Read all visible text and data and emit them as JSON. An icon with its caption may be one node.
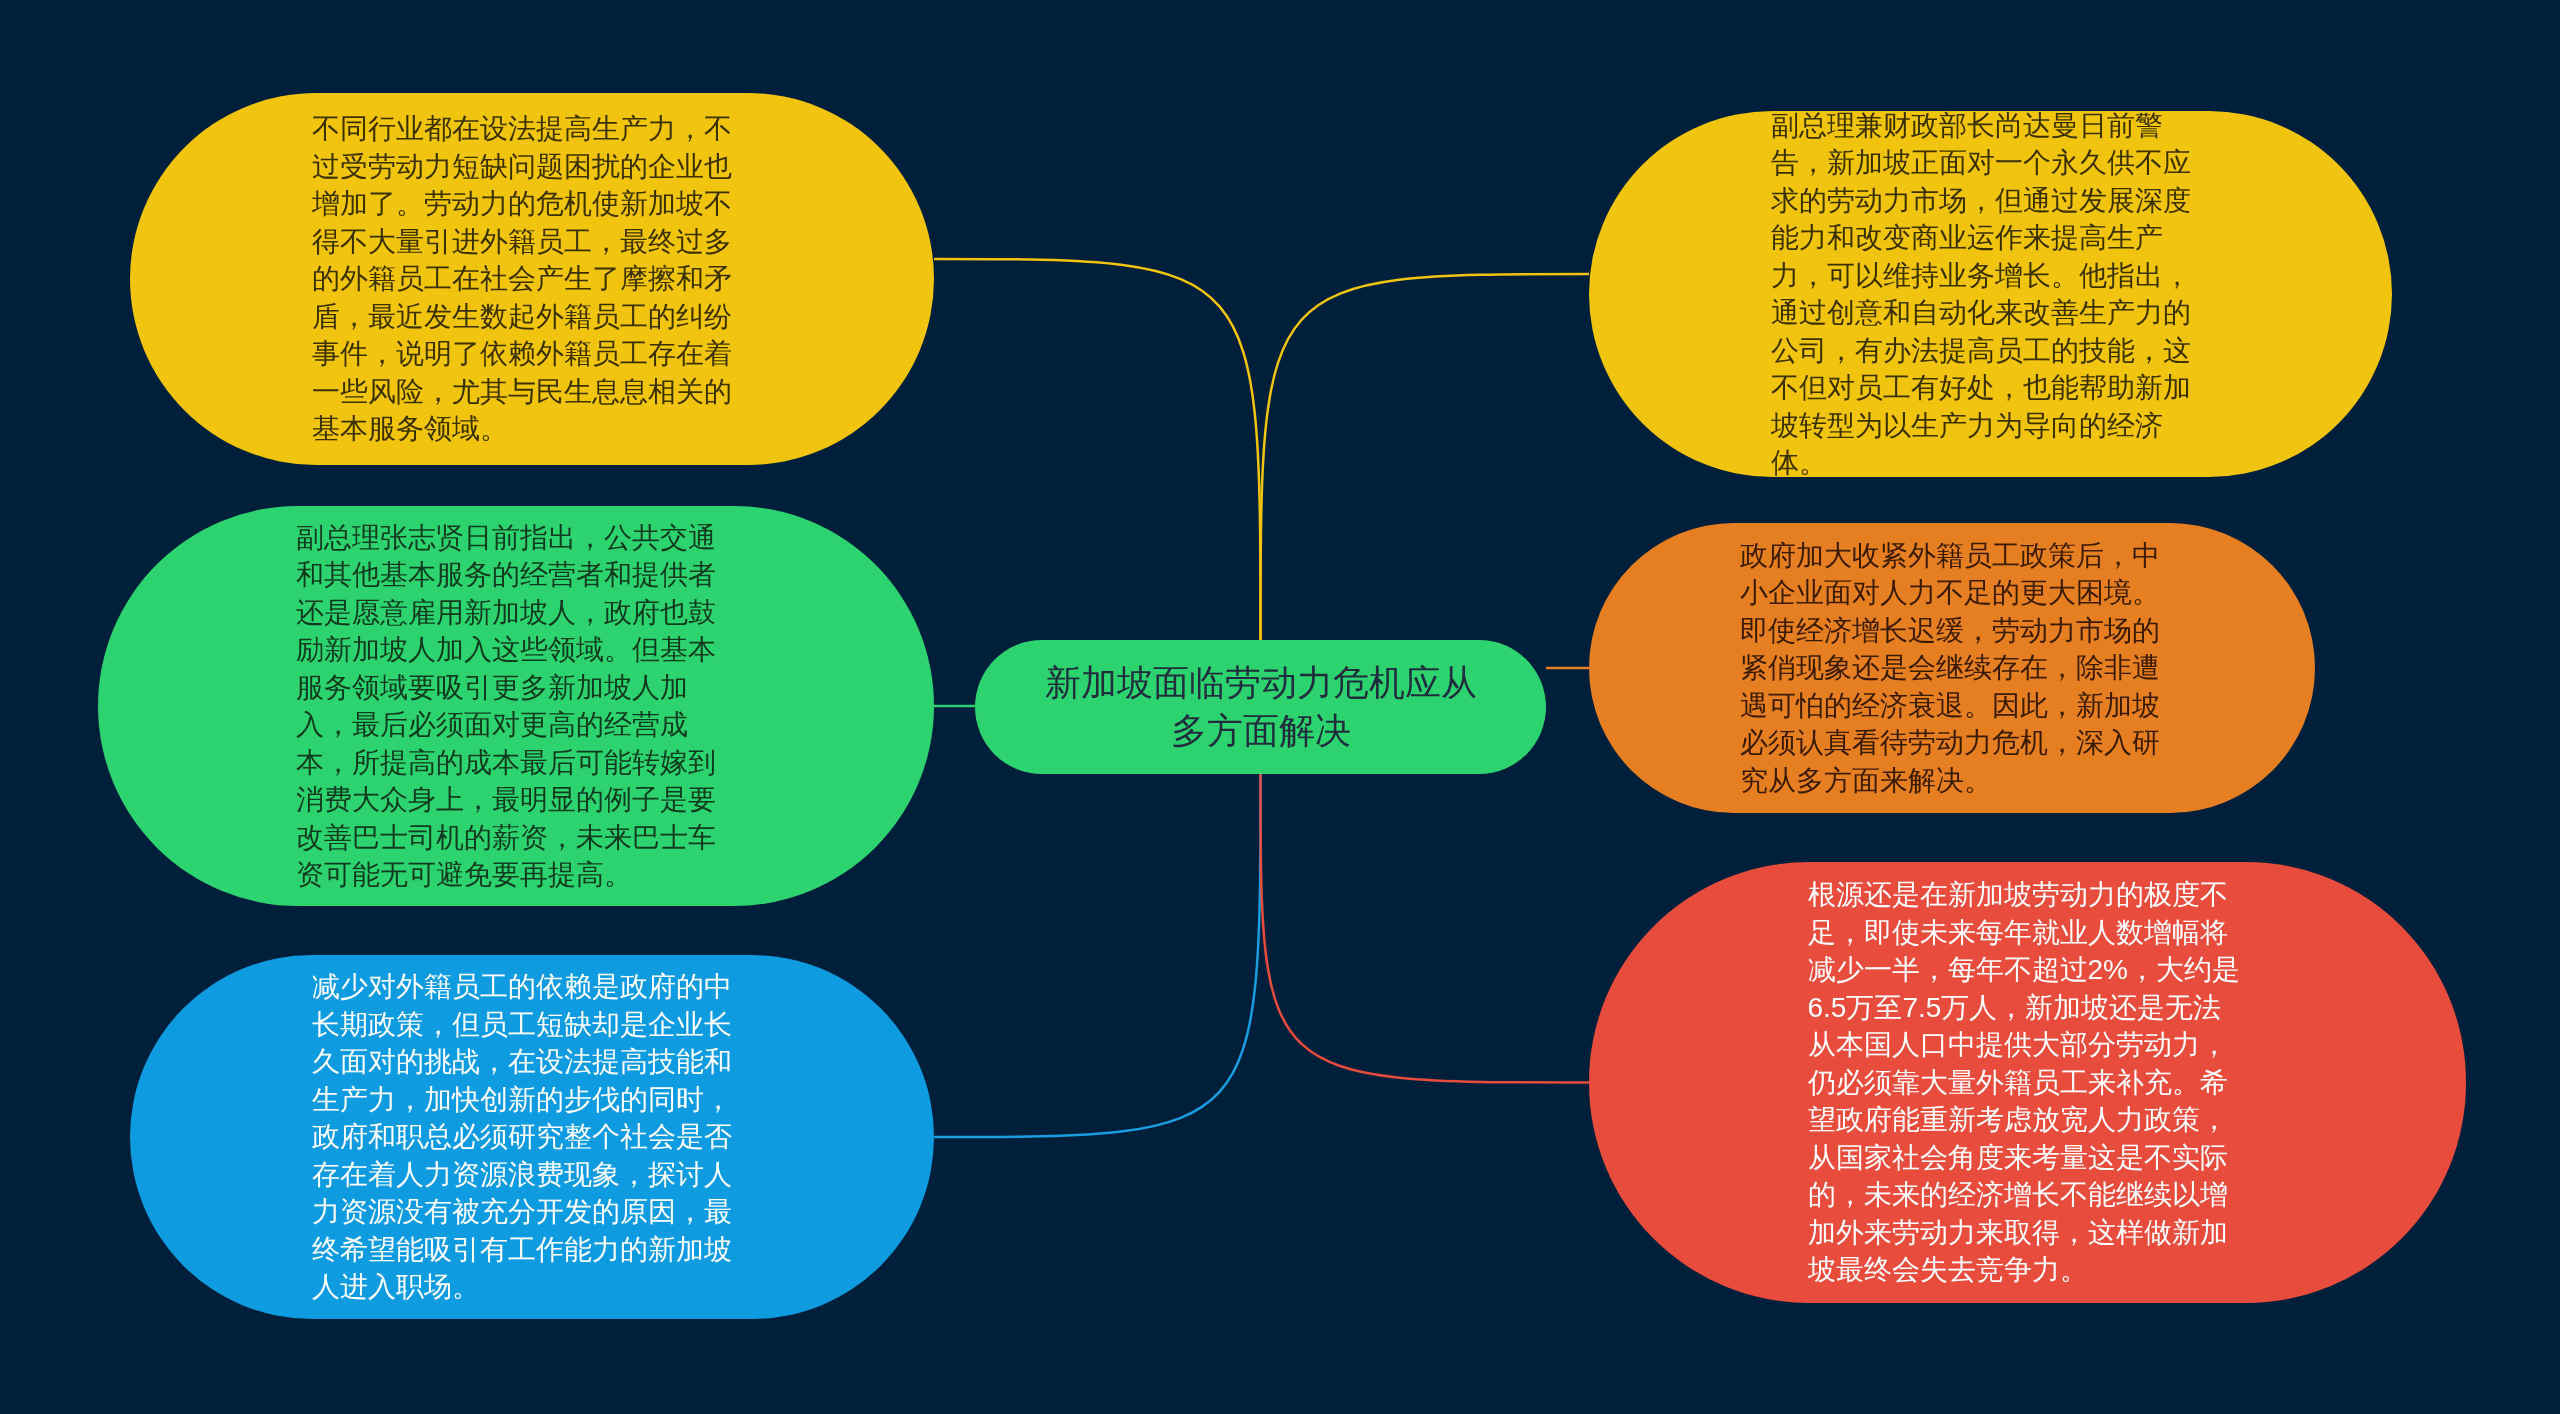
{
  "diagram": {
    "nodes": [
      {
        "text": [
          "新加坡面临劳动力危机应从多方面解决"
        ]
      },
      {
        "text": [
          "不同行业都在设法提高生产力，不过受劳动力短缺问题困扰的企业也增加了。劳动力的危机使新加坡不得不大量引进外籍员工，最终过多的外籍员工在社会产生了摩擦和矛盾，最近发生数起外籍员工的纠纷事件，说明了依赖外籍员工存在着一些风险，尤其与民生息息相关的基本服务领域。"
        ]
      },
      {
        "text": [
          "副总理张志贤日前指出，公共交通和其他基本服务的经营者和提供者还是愿意雇用新加坡人，政府也鼓励新加坡人加入这些领域。但基本服务领域要吸引更多新加坡人加入，最后必须面对更高的经营成本，所提高的成本最后可能转嫁到消费大众身上，最明显的例子是要改善巴士司机的薪资，未来巴士车资可能无可避免要再提高。"
        ]
      },
      {
        "text": [
          "减少对外籍员工的依赖是政府的中长期政策，但员工短缺却是企业长久面对的挑战，在设法提高技能和生产力，加快创新的步伐的同时，政府和职总必须研究整个社会是否存在着人力资源浪费现象，探讨人力资源没有被充分开发的原因，最终希望能吸引有工作能力的新加坡人进入职场。"
        ]
      },
      {
        "text": [
          "副总理兼财政部长尚达曼日前警告，新加坡正面对一个永久供不应求的劳动力市场，但通过发展深度能力和改变商业运作来提高生产力，可以维持业务增长。他指出，通过创意和自动化来改善生产力的公司，有办法提高员工的技能，这不但对员工有好处，也能帮助新加坡转型为以生产力为导向的经济体。"
        ]
      },
      {
        "text": [
          "政府加大收紧外籍员工政策后，中小企业面对人力不足的更大困境。即使经济增长迟缓，劳动力市场的紧俏现象还是会继续存在，除非遭遇可怕的经济衰退。因此，新加坡必须认真看待劳动力危机，深入研究从多方面来解决。"
        ]
      },
      {
        "text": [
          "根源还是在新加坡劳动力的极度不足，即使未来每年就业人数增幅将减少一半，每年不超过2%，大约是6.5万至7.5万人，新加坡还是无法从本国人口中提供大部分劳动力，仍必须靠大量外籍员工来补充。希望政府能重新考虑放宽人力政策，从国家社会角度来考量这是不实际的，未来的经济增长不能继续以增加外来劳动力来取得，这样做新加坡最终会失去竞争力。"
        ]
      }
    ],
    "edges": [
      {
        "from": 0,
        "to": 1,
        "arrow": "none",
        "color": "#f1c40f"
      },
      {
        "from": 0,
        "to": 2,
        "arrow": "none",
        "color": "#2ecc71"
      },
      {
        "from": 0,
        "to": 3,
        "arrow": "none",
        "color": "#1a9ee0"
      },
      {
        "from": 0,
        "to": 4,
        "arrow": "none",
        "color": "#f1c40f"
      },
      {
        "from": 0,
        "to": 5,
        "arrow": "none",
        "color": "#e67e22"
      },
      {
        "from": 0,
        "to": 6,
        "arrow": "none",
        "color": "#e74c3c"
      }
    ]
  }
}
